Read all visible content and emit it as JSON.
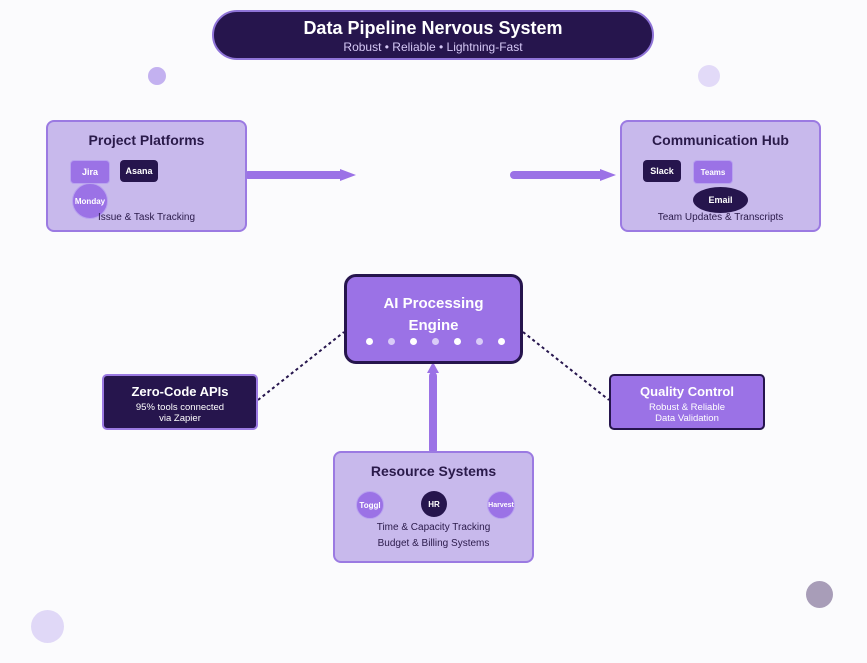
{
  "header": {
    "title": "Data Pipeline Nervous System",
    "subtitle": "Robust • Reliable • Lightning-Fast"
  },
  "project_platforms": {
    "title": "Project Platforms",
    "chips": [
      "Jira",
      "Asana",
      "Monday"
    ],
    "caption": "Issue & Task Tracking"
  },
  "communication_hub": {
    "title": "Communication Hub",
    "chips": [
      "Slack",
      "Teams",
      "Email"
    ],
    "caption": "Team Updates & Transcripts"
  },
  "ai_engine": {
    "title_line1": "AI Processing",
    "title_line2": "Engine"
  },
  "zero_code": {
    "title": "Zero-Code APIs",
    "line1": "95% tools connected",
    "line2": "via Zapier"
  },
  "quality_control": {
    "title": "Quality Control",
    "line1": "Robust & Reliable",
    "line2": "Data Validation"
  },
  "resource_systems": {
    "title": "Resource Systems",
    "chips": [
      "Toggl",
      "HR",
      "Harvest"
    ],
    "caption1": "Time & Capacity Tracking",
    "caption2": "Budget & Billing Systems"
  },
  "colors": {
    "dark": "#26154d",
    "accent": "#9b72e6",
    "box_fill": "#c8b9ec",
    "box_border": "#9b7ae2"
  }
}
